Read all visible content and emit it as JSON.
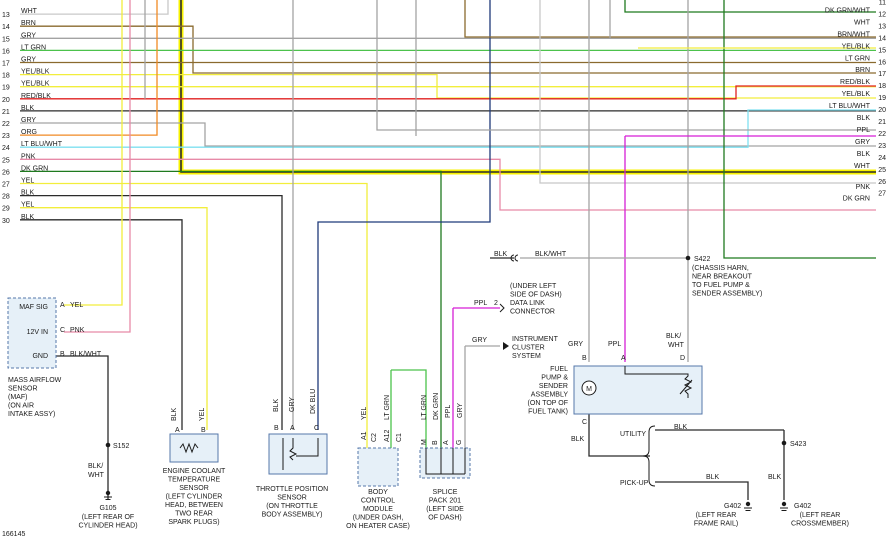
{
  "figure_id": "166145",
  "left_wires": [
    {
      "num": "",
      "label": ""
    },
    {
      "num": "13",
      "label": "WHT"
    },
    {
      "num": "14",
      "label": "BRN"
    },
    {
      "num": "15",
      "label": "GRY"
    },
    {
      "num": "16",
      "label": "LT GRN"
    },
    {
      "num": "17",
      "label": "GRY"
    },
    {
      "num": "18",
      "label": "YEL/BLK"
    },
    {
      "num": "19",
      "label": "YEL/BLK"
    },
    {
      "num": "20",
      "label": "RED/BLK"
    },
    {
      "num": "21",
      "label": "BLK"
    },
    {
      "num": "22",
      "label": "GRY"
    },
    {
      "num": "23",
      "label": "ORG"
    },
    {
      "num": "24",
      "label": "LT BLU/WHT"
    },
    {
      "num": "25",
      "label": "PNK"
    },
    {
      "num": "26",
      "label": "DK GRN"
    },
    {
      "num": "27",
      "label": "YEL"
    },
    {
      "num": "28",
      "label": "BLK"
    },
    {
      "num": "29",
      "label": "YEL"
    },
    {
      "num": "30",
      "label": "BLK"
    }
  ],
  "right_wires": [
    {
      "num": "11",
      "label": ""
    },
    {
      "num": "12",
      "label": "DK GRN/WHT"
    },
    {
      "num": "13",
      "label": "WHT"
    },
    {
      "num": "14",
      "label": "BRN/WHT"
    },
    {
      "num": "15",
      "label": "YEL/BLK"
    },
    {
      "num": "16",
      "label": "LT GRN"
    },
    {
      "num": "17",
      "label": "BRN"
    },
    {
      "num": "18",
      "label": "RED/BLK"
    },
    {
      "num": "19",
      "label": "YEL/BLK"
    },
    {
      "num": "20",
      "label": "LT BLU/WHT"
    },
    {
      "num": "21",
      "label": "BLK"
    },
    {
      "num": "22",
      "label": "PPL"
    },
    {
      "num": "23",
      "label": "GRY"
    },
    {
      "num": "24",
      "label": "BLK"
    },
    {
      "num": "25",
      "label": "WHT"
    },
    {
      "num": "26",
      "label": "PNK"
    },
    {
      "num": "27",
      "label": "DK GRN"
    }
  ],
  "maf": {
    "pins": [
      "MAF SIG",
      "12V IN",
      "GND"
    ],
    "pin_letters": [
      "A",
      "C",
      "B"
    ],
    "wires": [
      "YEL",
      "PNK",
      "BLK/WHT"
    ],
    "caption": [
      "MASS AIRFLOW",
      "SENSOR",
      "(MAF)",
      "(ON AIR",
      "INTAKE ASSY)"
    ]
  },
  "s152": {
    "label": "S152",
    "wire": [
      "BLK/",
      "WHT"
    ]
  },
  "g105": {
    "label": "G105",
    "caption": [
      "(LEFT REAR OF",
      "CYLINDER HEAD)"
    ]
  },
  "ect": {
    "pins": [
      "A",
      "B"
    ],
    "wires": [
      "BLK",
      "YEL"
    ],
    "caption": [
      "ENGINE COOLANT",
      "TEMPERATURE",
      "SENSOR",
      "(LEFT CYLINDER",
      "HEAD, BETWEEN",
      "TWO REAR",
      "SPARK PLUGS)"
    ]
  },
  "tps": {
    "pins": [
      "B",
      "A",
      "C"
    ],
    "wires": [
      "BLK",
      "GRY",
      "DK BLU"
    ],
    "caption": [
      "THROTTLE POSITION",
      "SENSOR",
      "(ON THROTTLE",
      "BODY ASSEMBLY)"
    ]
  },
  "bcm": {
    "pins": [
      "C2",
      "C1"
    ],
    "pin_ids": [
      "A1",
      "A12"
    ],
    "wires": [
      "YEL",
      "LT GRN"
    ],
    "caption": [
      "BODY",
      "CONTROL",
      "MODULE",
      "(UNDER DASH,",
      "ON HEATER CASE)"
    ]
  },
  "splice": {
    "pins": [
      "M",
      "B",
      "A",
      "G"
    ],
    "wires": [
      "LT GRN",
      "DK GRN",
      "PPL",
      "GRY"
    ],
    "caption": [
      "SPLICE",
      "PACK 201",
      "(LEFT SIDE",
      "OF DASH)"
    ]
  },
  "dlc": {
    "pin": "2",
    "wire": "PPL",
    "caption": [
      "(UNDER LEFT",
      "SIDE OF DASH)",
      "DATA LINK",
      "CONNECTOR"
    ]
  },
  "cluster": {
    "wire": "GRY",
    "caption": [
      "INSTRUMENT",
      "CLUSTER",
      "SYSTEM"
    ]
  },
  "blk_line": {
    "left": "BLK",
    "right": "BLK/WHT"
  },
  "s422": {
    "label": "S422",
    "caption": [
      "(CHASSIS HARN,",
      "NEAR BREAKOUT",
      "TO FUEL PUMP &",
      "SENDER ASSEMBLY)"
    ]
  },
  "fuel_pump": {
    "pins": [
      "B",
      "A",
      "D",
      "C"
    ],
    "wires": [
      "GRY",
      "PPL",
      "BLK/",
      "WHT",
      "BLK"
    ],
    "motor": "M",
    "caption": [
      "FUEL",
      "PUMP &",
      "SENDER",
      "ASSEMBLY",
      "(ON TOP OF",
      "FUEL TANK)"
    ]
  },
  "ground_branch": {
    "utility": "UTILITY",
    "pickup": "PICK-UP",
    "wire": "BLK"
  },
  "s423": {
    "label": "S423",
    "wire": "BLK"
  },
  "g402a": {
    "label": "G402",
    "caption": [
      "(LEFT REAR",
      "FRAME RAIL)"
    ]
  },
  "g402b": {
    "label": "G402",
    "caption": [
      "(LEFT REAR",
      "CROSSMEMBER)"
    ]
  },
  "colors": {
    "blk": "#2b2b2b",
    "wht": "#c8c8c8",
    "brn": "#8a6a2e",
    "gry": "#a3a3a3",
    "ltgrn": "#4cc24c",
    "yel": "#f2ee3c",
    "red": "#e02020",
    "org": "#f08a24",
    "ltblu": "#7fe0f0",
    "pnk": "#e78aa8",
    "dkgrn": "#1f7a1f",
    "ppl": "#d61fd6",
    "dkblu": "#1f3a7a",
    "harness": "#f7f200"
  }
}
